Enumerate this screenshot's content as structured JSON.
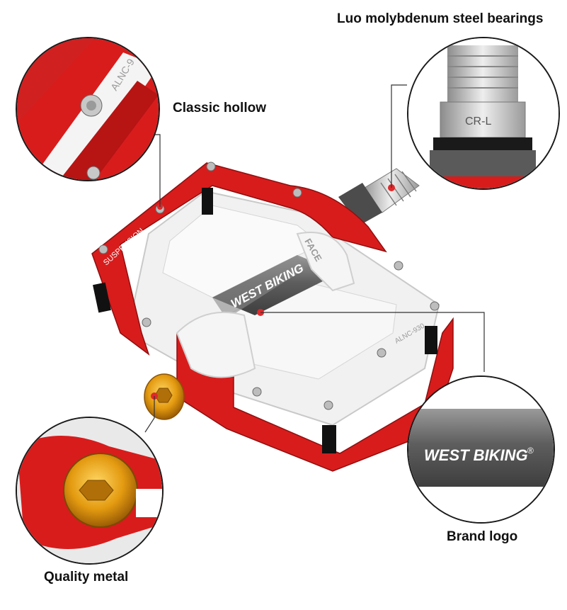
{
  "callouts": {
    "bearings": "Luo molybdenum steel bearings",
    "hollow": "Classic hollow",
    "logo": "Brand logo",
    "metal": "Quality metal"
  },
  "product_marks": {
    "brand": "WEST BIKING",
    "registered": "®",
    "model": "ALNC-930",
    "model_zoom": "ALNC-9",
    "suspension": "SUSPENSION",
    "face": "FACE",
    "spindle_mark": "CR-L"
  },
  "colors": {
    "frame_red": "#d81c1c",
    "cage_white": "#f3f3f3",
    "spindle_gray": "#6b6b6b",
    "bolt_gold": "#e0a214",
    "bearing_silver": "#c8c8c8",
    "accent_dot": "#e0282a"
  }
}
